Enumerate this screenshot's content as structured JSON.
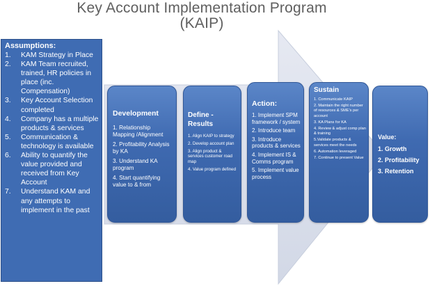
{
  "title": {
    "line1": "Key Account Implementation Program",
    "line2": "(KAIP)"
  },
  "assumptions": {
    "heading": "Assumptions:",
    "items": [
      {
        "num": "1.",
        "text": "KAM Strategy in Place"
      },
      {
        "num": "2.",
        "text": "KAM Team recruited, trained, HR policies in place (inc. Compensation)"
      },
      {
        "num": "3.",
        "text": "Key Account Selection completed"
      },
      {
        "num": "4.",
        "text": "Company has a multiple products & services"
      },
      {
        "num": "5.",
        "text": "Communication & technology is available"
      },
      {
        "num": "6.",
        "text": "Ability to quantify the value provided and received from Key Account"
      },
      {
        "num": "7.",
        "text": "Understand KAM and any attempts to implement in the past"
      }
    ]
  },
  "development": {
    "heading": "Development",
    "items": [
      "1. Relationship Mapping /Alignment",
      "2. Profitability Analysis by KA",
      "3. Understand KA program",
      "4. Start quantifying value to & from"
    ]
  },
  "define": {
    "heading": "Define - Results",
    "items": [
      "1. Align KAIP to strategy",
      "2. Develop account plan",
      "3. Align product & services customer road map",
      "4. Value program defined"
    ]
  },
  "action": {
    "heading": "Action:",
    "items": [
      "1. Implement SPM framework / system",
      "2. Introduce team",
      "3. Introduce products & services",
      "4. Implement IS & Comms program",
      "5. Implement value process"
    ]
  },
  "sustain": {
    "heading": "Sustain",
    "items": [
      "1. Communicate KAIP",
      "2. Maintain the right number of resources & SME's per account",
      "3. KA Plans for KA",
      "4. Review & adjust comp plan & training",
      "5.Validate products & services meet the needs",
      "6. Automation leveraged",
      "7. Continue to present Value"
    ]
  },
  "value": {
    "heading": "Value:",
    "items": [
      "1. Growth",
      "2. Profitability",
      "3. Retention"
    ]
  },
  "colors": {
    "box_fill": "#3f6ab1",
    "assumptions_fill": "#3f6cb3",
    "arrow_fill": "#dde2ee",
    "title_text": "#5f5f5f"
  }
}
